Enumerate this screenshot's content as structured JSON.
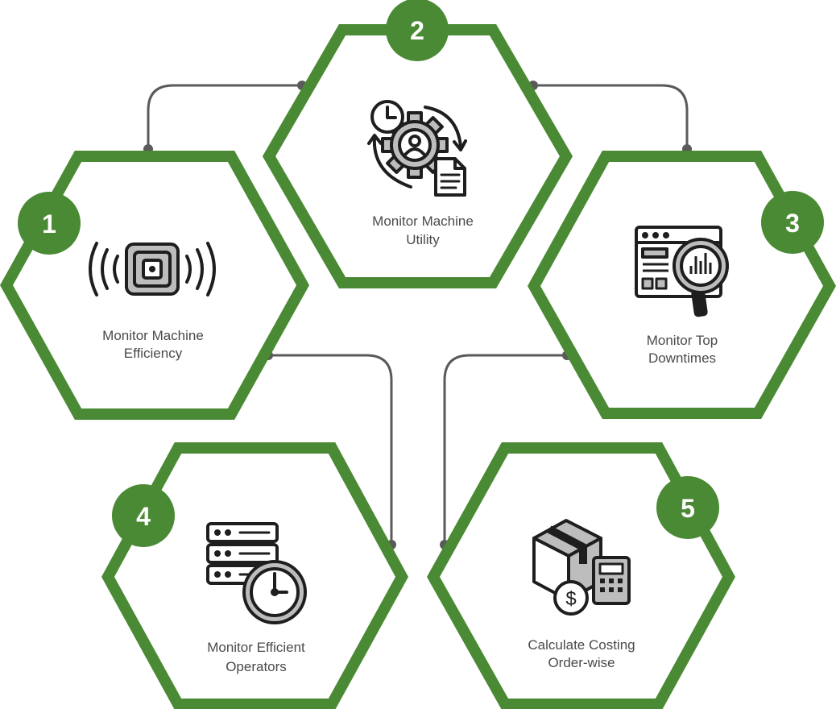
{
  "colors": {
    "accent": "#4a8a34",
    "connector": "#5a5a5a",
    "text": "#4a4a4a",
    "icon": "#1e1e1e",
    "icon_fill": "#bdbdbd"
  },
  "steps": [
    {
      "number": "1",
      "label_line1": "Monitor Machine",
      "label_line2": "Efficiency",
      "icon": "machine-signal-icon"
    },
    {
      "number": "2",
      "label_line1": "Monitor Machine",
      "label_line2": "Utility",
      "icon": "gear-clock-document-icon"
    },
    {
      "number": "3",
      "label_line1": "Monitor Top",
      "label_line2": "Downtimes",
      "icon": "dashboard-magnifier-icon"
    },
    {
      "number": "4",
      "label_line1": "Monitor Efficient",
      "label_line2": "Operators",
      "icon": "server-clock-icon"
    },
    {
      "number": "5",
      "label_line1": "Calculate Costing",
      "label_line2": "Order-wise",
      "icon": "box-calculator-dollar-icon"
    }
  ]
}
